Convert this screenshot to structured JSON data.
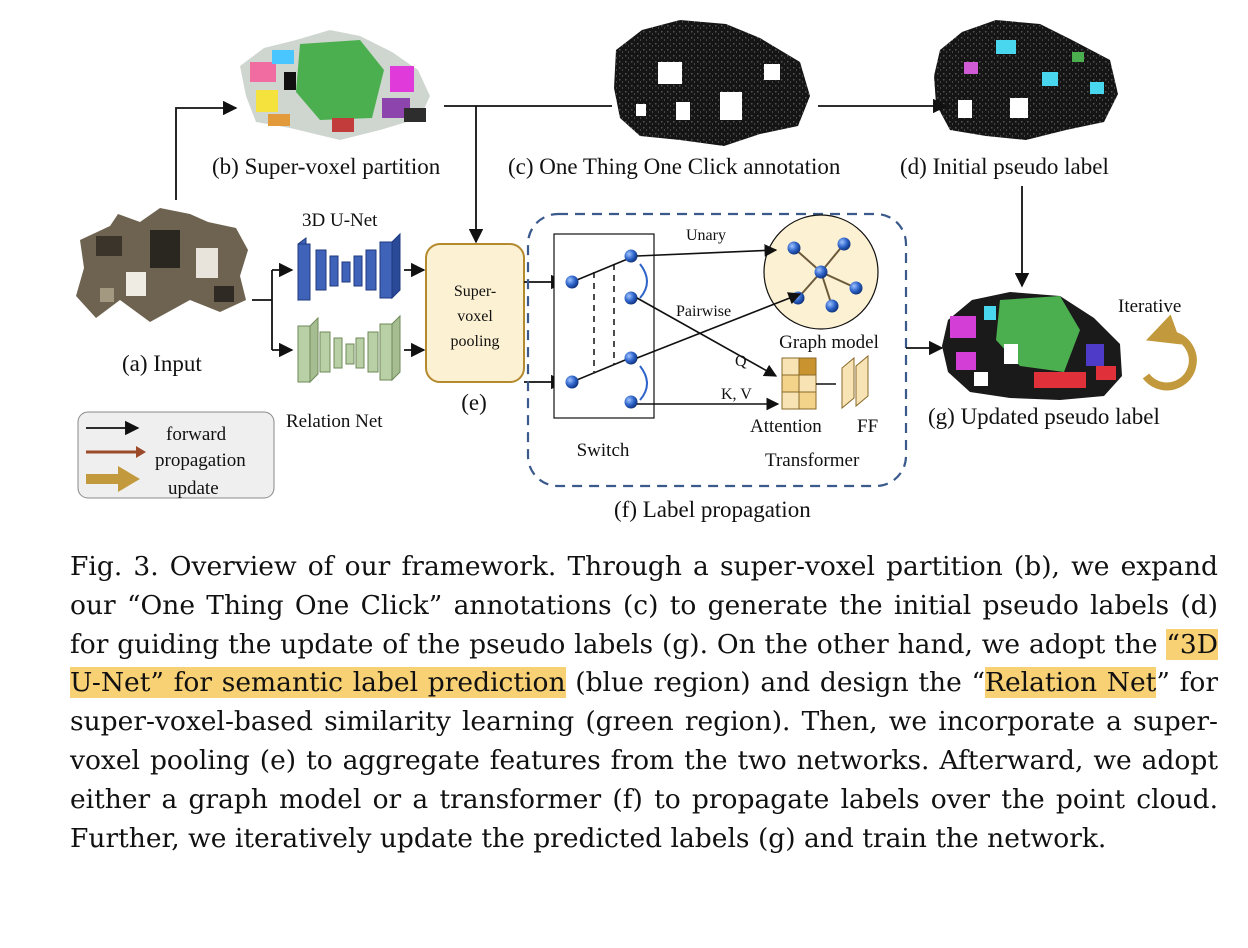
{
  "figure": {
    "panels": {
      "input": "(a) Input",
      "supervoxel": "(b) Super-voxel partition",
      "otoc": "(c) One Thing One Click annotation",
      "initial": "(d) Initial pseudo label",
      "pooling_tag": "(e)",
      "label_prop": "(f) Label propagation",
      "updated": "(g) Updated pseudo label"
    },
    "nets": {
      "unet": "3D U-Net",
      "relation": "Relation Net",
      "pooling": [
        "Super-",
        "voxel",
        "pooling"
      ]
    },
    "propagation": {
      "unary": "Unary",
      "pairwise": "Pairwise",
      "graph_model": "Graph model",
      "q": "Q",
      "kv": "K, V",
      "attention": "Attention",
      "ff": "FF",
      "transformer": "Transformer",
      "switch": "Switch",
      "iterative": "Iterative"
    },
    "legend": [
      "forward",
      "propagation",
      "update"
    ],
    "colors": {
      "blue_net": "#3f63b8",
      "green_net": "#b9cfa6",
      "pool_fill": "#fdf1d3",
      "pool_stroke": "#b48a2e",
      "dashed_box": "#3a5a8c",
      "update_arrow": "#c29a3d",
      "propagation_arrow": "#9c4a2a",
      "highlight": "#f8d175"
    }
  },
  "caption": {
    "lead": "Fig. 3.  Overview of our framework. Through a super-voxel partition (b), we expand our “One Thing One Click” annotations (c) to generate the initial pseudo labels (d) for guiding the update of the pseudo labels (g). On the other hand, we adopt the ",
    "hl1": "“3D U-Net” for semantic label prediction",
    "mid1": " (blue region) and design the “",
    "hl2": "Relation Net",
    "rest": "” for super-voxel-based similarity learning (green region). Then, we incorporate a super-voxel pooling (e) to aggregate features from the two networks. Afterward, we adopt either a graph model or a transformer (f) to propagate labels over the point cloud. Further, we iteratively update the predicted labels (g) and train the network."
  }
}
